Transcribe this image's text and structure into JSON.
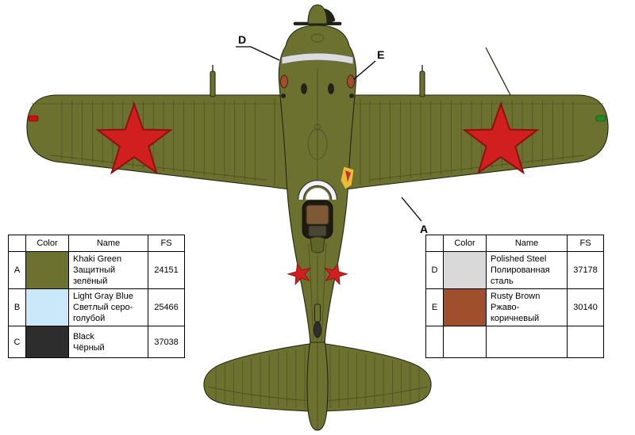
{
  "colors": {
    "khaki_green": "#6d7130",
    "outline": "#22260f",
    "panel_line": "#4d5120",
    "star_red": "#d11f1f",
    "star_red_dark": "#8c1212",
    "polished_steel": "#dcdcdc",
    "rusty_brown": "#9f4f2c",
    "cockpit_brown": "#7b5a35",
    "wingtip_red": "#cc1111",
    "wingtip_green": "#1f8a1f"
  },
  "diagram": {
    "callout_a": "A",
    "callout_d": "D",
    "callout_e": "E"
  },
  "tables": {
    "left": {
      "headers": {
        "letter": "",
        "color": "Color",
        "name": "Name",
        "fs": "FS"
      },
      "rows": [
        {
          "letter": "A",
          "color": "#6d7130",
          "name_en": "Khaki Green",
          "name_ru": "Защитный зелёный",
          "fs": "24151"
        },
        {
          "letter": "B",
          "color": "#c9e8f9",
          "name_en": "Light Gray Blue",
          "name_ru": "Светлый серо-голубой",
          "fs": "25466"
        },
        {
          "letter": "C",
          "color": "#2d2d2d",
          "name_en": "Black",
          "name_ru": "Чёрный",
          "fs": "37038"
        }
      ]
    },
    "right": {
      "headers": {
        "letter": "",
        "color": "Color",
        "name": "Name",
        "fs": "FS"
      },
      "rows": [
        {
          "letter": "D",
          "color": "#d9d9d9",
          "name_en": "Polished Steel",
          "name_ru": "Полированная сталь",
          "fs": "37178"
        },
        {
          "letter": "E",
          "color": "#9f4f2c",
          "name_en": "Rusty Brown",
          "name_ru": "Ржаво-коричневый",
          "fs": "30140"
        },
        {
          "letter": "",
          "color": "",
          "name_en": "",
          "name_ru": "",
          "fs": ""
        }
      ]
    }
  }
}
